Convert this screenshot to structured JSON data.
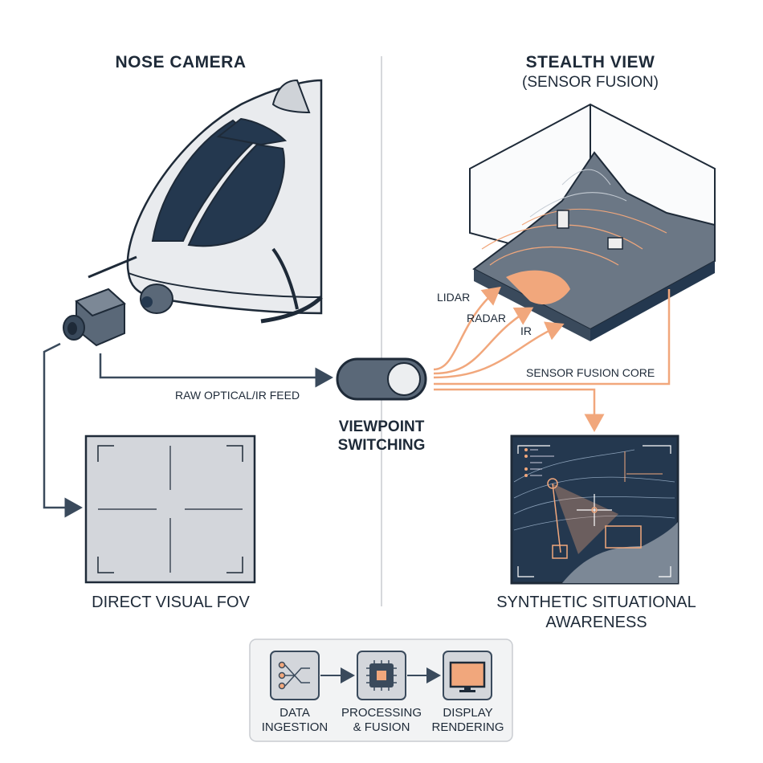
{
  "left": {
    "title": "NOSE CAMERA",
    "feed_label": "RAW OPTICAL/IR FEED",
    "caption": "DIRECT VISUAL FOV"
  },
  "center": {
    "switch_line1": "VIEWPOINT",
    "switch_line2": "SWITCHING"
  },
  "right": {
    "title": "STEALTH VIEW",
    "subtitle": "(SENSOR FUSION)",
    "sensors": [
      "LIDAR",
      "RADAR",
      "IR"
    ],
    "core_label": "SENSOR FUSION CORE",
    "caption_line1": "SYNTHETIC SITUATIONAL",
    "caption_line2": "AWARENESS"
  },
  "pipeline": {
    "steps": [
      {
        "line1": "DATA",
        "line2": "INGESTION",
        "icon": "data-ingestion-icon"
      },
      {
        "line1": "PROCESSING",
        "line2": "& FUSION",
        "icon": "processor-chip-icon"
      },
      {
        "line1": "DISPLAY",
        "line2": "RENDERING",
        "icon": "monitor-icon"
      }
    ]
  },
  "colors": {
    "navy": "#24384f",
    "orange": "#f1a77c",
    "gray": "#d3d6db",
    "line": "#3a4a5c"
  }
}
